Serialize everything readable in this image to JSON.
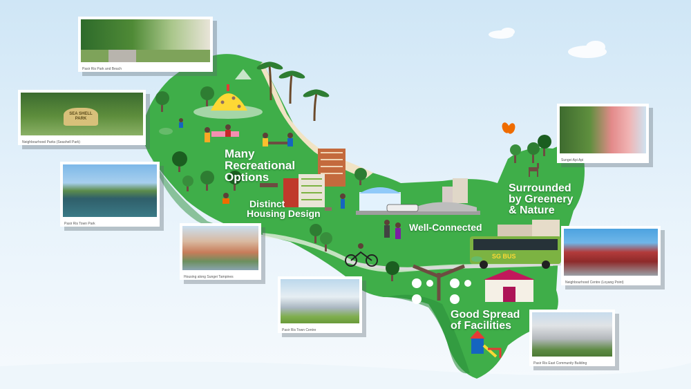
{
  "labels": {
    "recreational": [
      "Many",
      "Recreational",
      "Options"
    ],
    "housing": [
      "Distinct",
      "Housing Design"
    ],
    "connected": "Well-Connected",
    "greenery": [
      "Surrounded",
      "by Greenery",
      "& Nature"
    ],
    "facilities": [
      "Good Spread",
      "of Facilities"
    ]
  },
  "photos": {
    "park_beach": "Pasir Ris Park and Beach",
    "seashell_park": "Neighbourhood Parks (Seashell Park)",
    "town_park": "Pasir Ris Town Park",
    "sungei_api_api": "Sungei Api Api",
    "housing_tampines": "Housing along Sungei Tampines",
    "town_centre": "Pasir Ris Town Centre",
    "neighbourhood_centre": "Neighbourhood Centre (Loyang Point)",
    "community_building": "Pasir Ris East Community Building"
  },
  "park_sign": [
    "SEA SHELL",
    "PARK"
  ],
  "bus_brand": "SG BUS",
  "colors": {
    "sea": "#cfe6f6",
    "land": "#3fae49",
    "land_dark": "#2c8f3c",
    "beach": "#f1e3c4"
  }
}
